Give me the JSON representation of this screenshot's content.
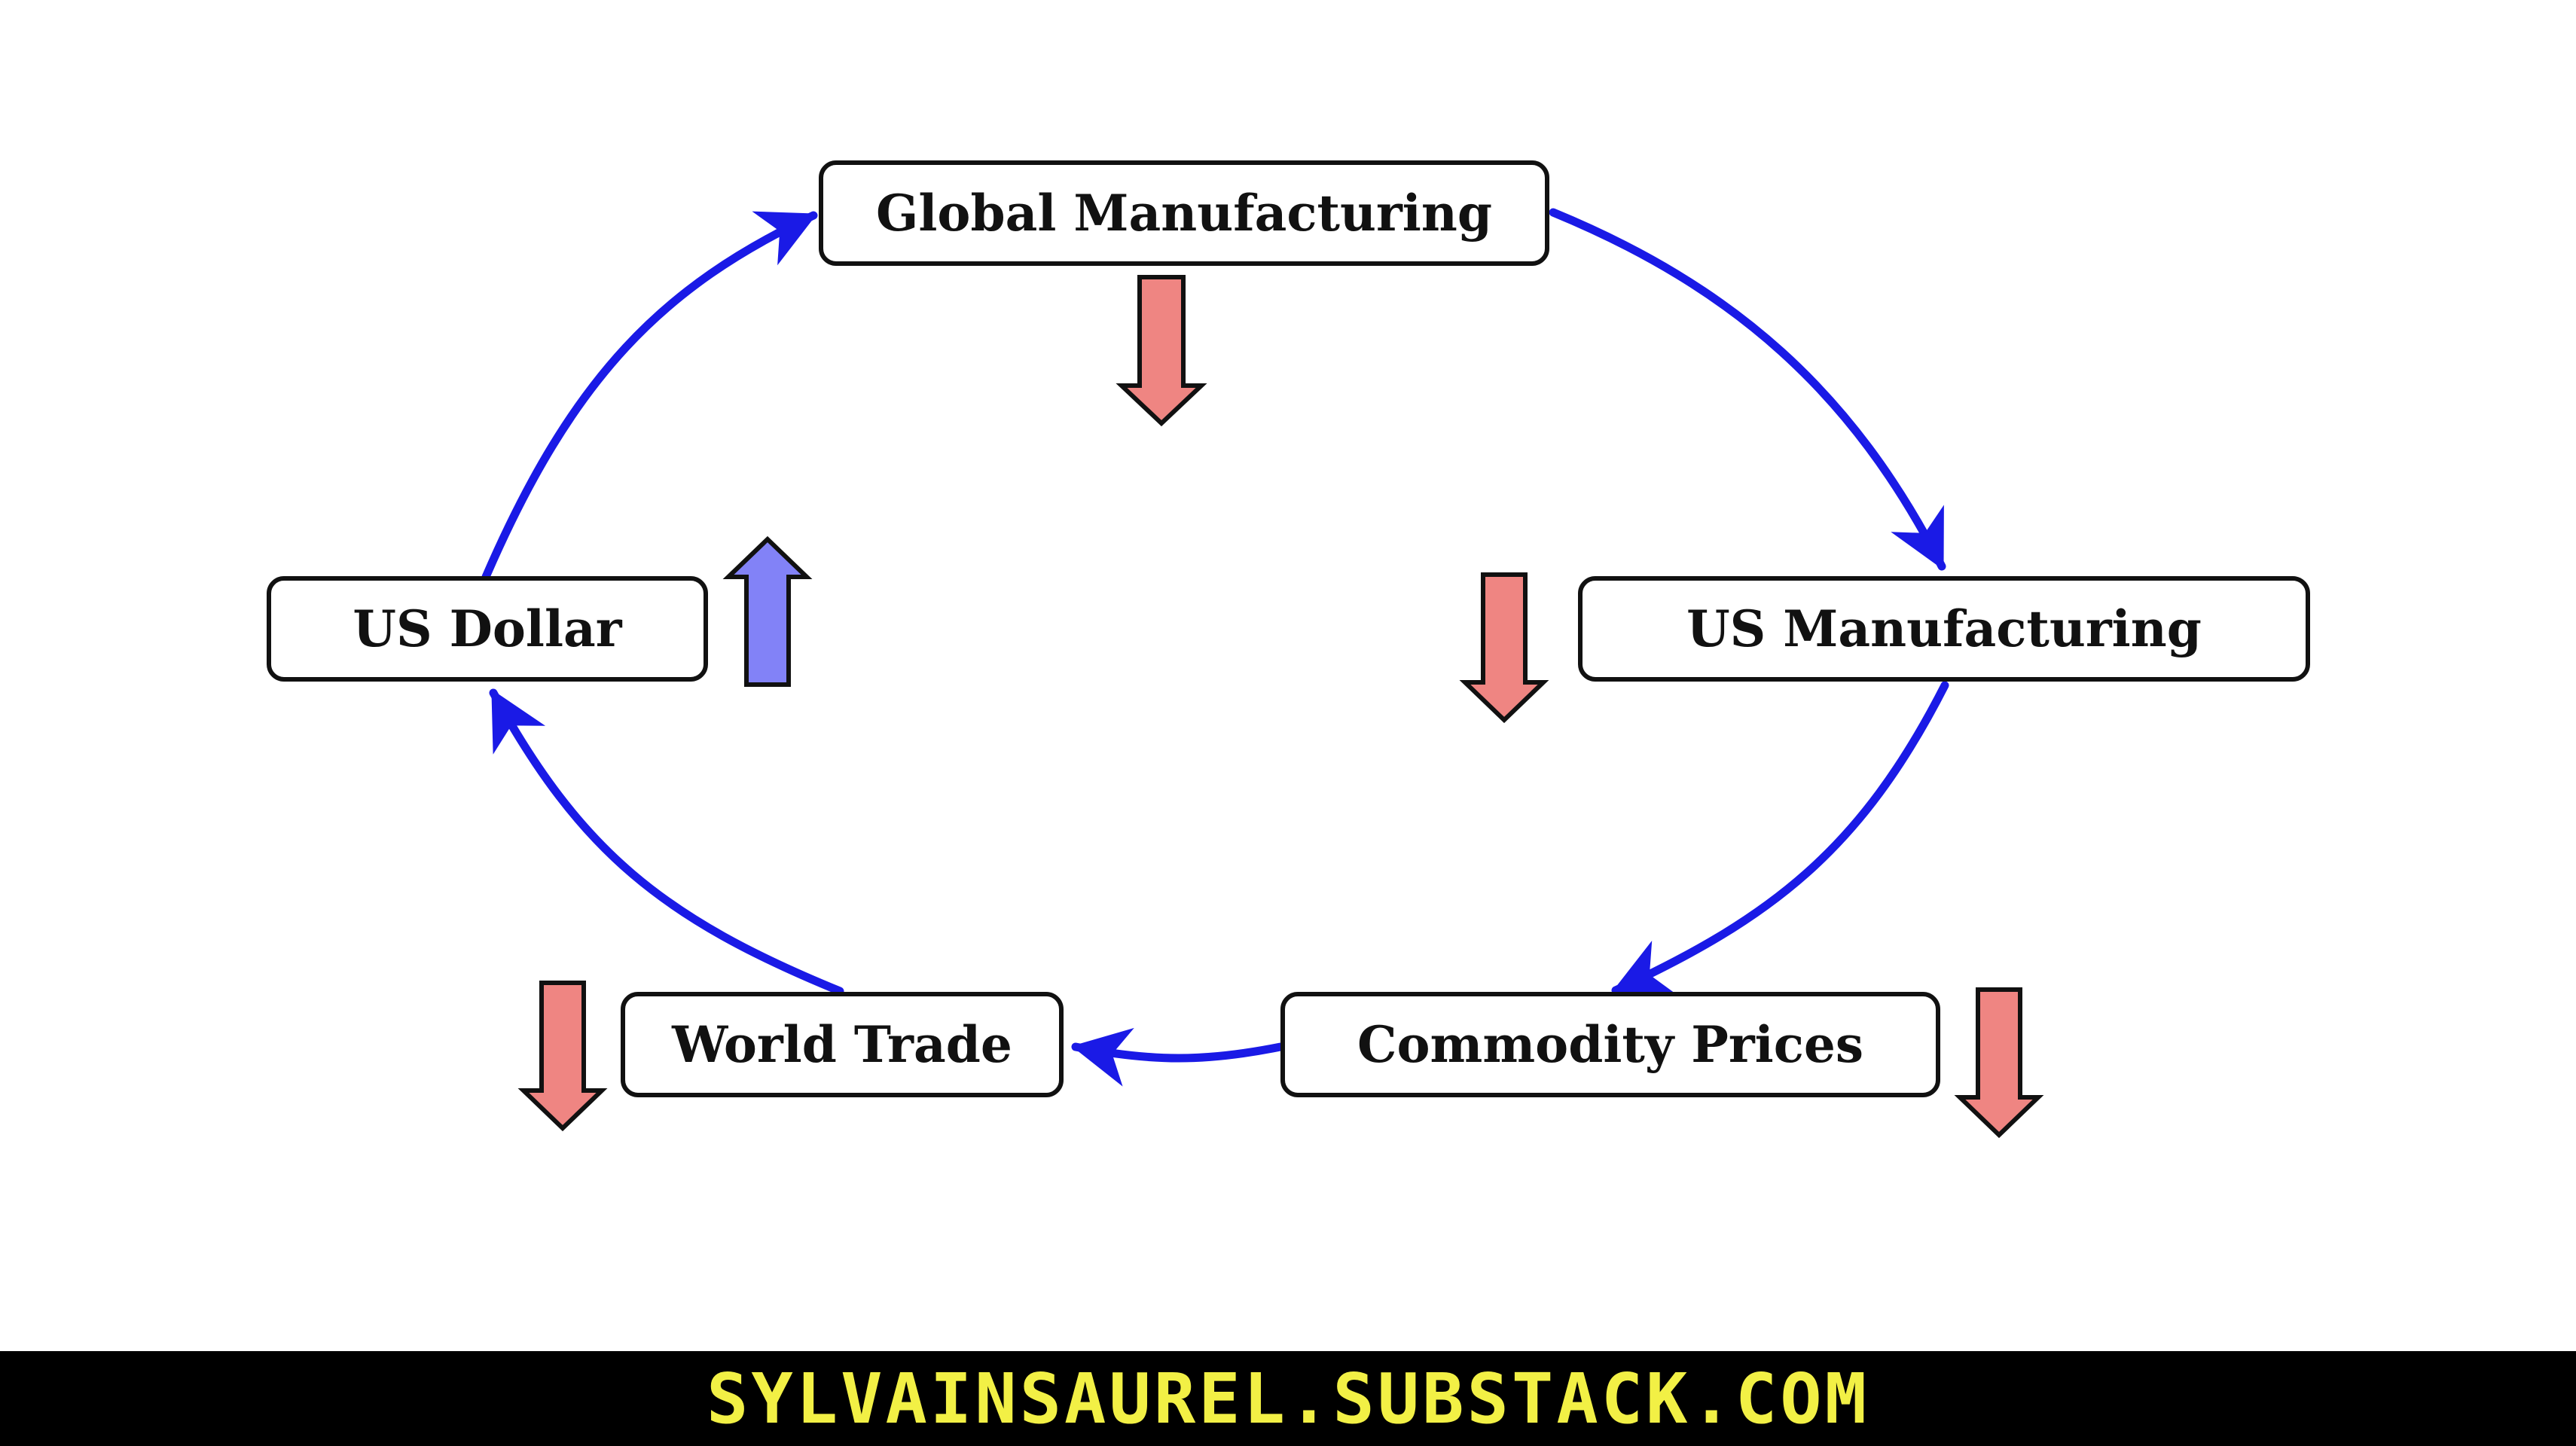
{
  "nodes": {
    "global_manufacturing": "Global Manufacturing",
    "us_manufacturing": "US Manufacturing",
    "commodity_prices": "Commodity Prices",
    "world_trade": "World Trade",
    "us_dollar": "US Dollar"
  },
  "trends": {
    "global_manufacturing": "down",
    "us_manufacturing": "down",
    "commodity_prices": "down",
    "world_trade": "down",
    "us_dollar": "up"
  },
  "colors": {
    "cycle_arrow": "#1a1ae6",
    "down_arrow": "#ef8582",
    "up_arrow": "#8282f7",
    "footer_background": "#000000",
    "footer_text": "#f2f045"
  },
  "footer": {
    "text": "SYLVAINSAUREL.SUBSTACK.COM"
  }
}
